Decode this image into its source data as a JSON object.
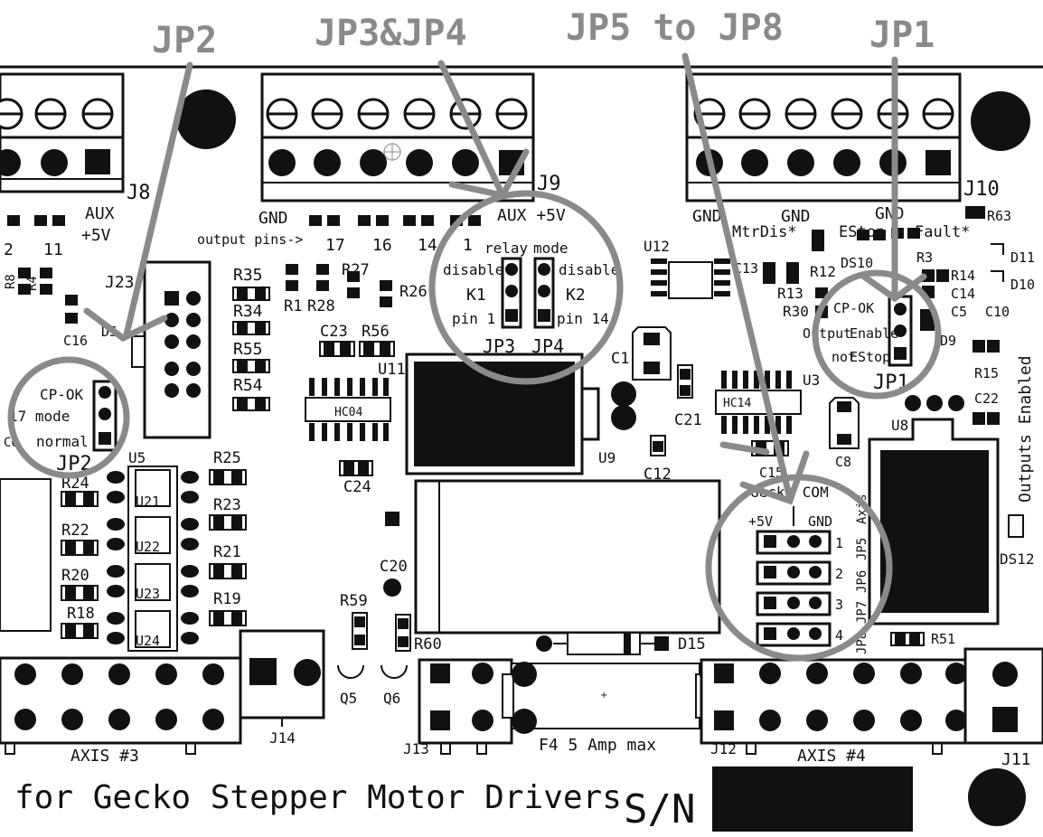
{
  "colors": {
    "board": "#ffffff",
    "silkscreen": "#111111",
    "callout": "#8a8a8a"
  },
  "callouts": {
    "jp2": "JP2",
    "jp3_jp4": "JP3&JP4",
    "jp5_jp8": "JP5 to JP8",
    "jp1": "JP1"
  },
  "connectors": {
    "j8": "J8",
    "j9": "J9",
    "j10": "J10",
    "j11": "J11",
    "j12": "J12",
    "j13": "J13",
    "j14": "J14",
    "j23": "J23"
  },
  "labels": {
    "aux_5v_left_1": "AUX",
    "aux_5v_left_2": "+5V",
    "pin_2": "2",
    "pin_11": "11",
    "gnd_j9": "GND",
    "output_pins": "output pins->",
    "pin_17": "17",
    "pin_16": "16",
    "pin_14": "14",
    "pin_1": "1",
    "aux_5v_j9": "AUX +5V",
    "relay": "relay",
    "mode": "mode",
    "disable_left": "disable",
    "disable_right": "disable",
    "k1": "K1",
    "k2": "K2",
    "pin1": "pin 1",
    "pin14": "pin 14",
    "jp3": "JP3",
    "jp4": "JP4",
    "gnd_j10_1": "GND",
    "gnd_j10_2": "GND",
    "gnd_j10_3": "GND",
    "mtrdis": "MtrDis*",
    "estop": "EStop",
    "fault": "Fault*",
    "cp_ok_jp1": "CP-OK",
    "output_enable_1": "Output",
    "output_enable_2": "Enable",
    "not_estop_1": "not",
    "not_estop_2": "EStop",
    "jp1_silk": "JP1",
    "cp_ok_jp2": "CP-OK",
    "pin17_mode": "17 mode",
    "normal": "normal",
    "jp2_silk": "JP2",
    "gecko_com": "Gecko COM",
    "plus5v": "+5V",
    "gnd_jp5": "GND",
    "axis_vert": "Axis",
    "jp5": "JP5",
    "jp6": "JP6",
    "jp7": "JP7",
    "jp8": "JP8",
    "row1": "1",
    "row2": "2",
    "row3": "3",
    "row4": "4",
    "outputs_enabled": "Outputs Enabled",
    "axis3": "AXIS #3",
    "axis4": "AXIS #4",
    "fuse": "F4  5 Amp  max",
    "footer": "for Gecko Stepper Motor Drivers",
    "sn": "S/N"
  },
  "components": {
    "r8": "R8",
    "r4": "R4",
    "c16": "C16",
    "d5": "D5",
    "c6": "C6",
    "r35": "R35",
    "r34": "R34",
    "r55": "R55",
    "r54": "R54",
    "r1": "R1",
    "r28": "R28",
    "r27": "R27",
    "r26": "R26",
    "c23": "C23",
    "r56": "R56",
    "u11": "U11",
    "hc04": "HC04",
    "c24": "C24",
    "u5": "U5",
    "u21": "U21",
    "u22": "U22",
    "u23": "U23",
    "u24": "U24",
    "r24": "R24",
    "r22": "R22",
    "r20": "R20",
    "r18": "R18",
    "r25": "R25",
    "r23": "R23",
    "r21": "R21",
    "r19": "R19",
    "c1": "C1",
    "c21": "C21",
    "c12": "C12",
    "u9": "U9",
    "u12": "U12",
    "c20": "C20",
    "r59": "R59",
    "r60": "R60",
    "q5": "Q5",
    "q6": "Q6",
    "d15": "D15",
    "c13": "C13",
    "r12": "R12",
    "r13": "R13",
    "r30": "R30",
    "hc14": "HC14",
    "u3": "U3",
    "c15": "C15",
    "c8": "C8",
    "u8": "U8",
    "ds10": "DS10",
    "r3": "R3",
    "r14": "R14",
    "c14": "C14",
    "c5": "C5",
    "c10": "C10",
    "d9": "D9",
    "d10": "D10",
    "d11": "D11",
    "r15": "R15",
    "c22": "C22",
    "r63": "R63",
    "ds12": "DS12",
    "r51": "R51"
  }
}
